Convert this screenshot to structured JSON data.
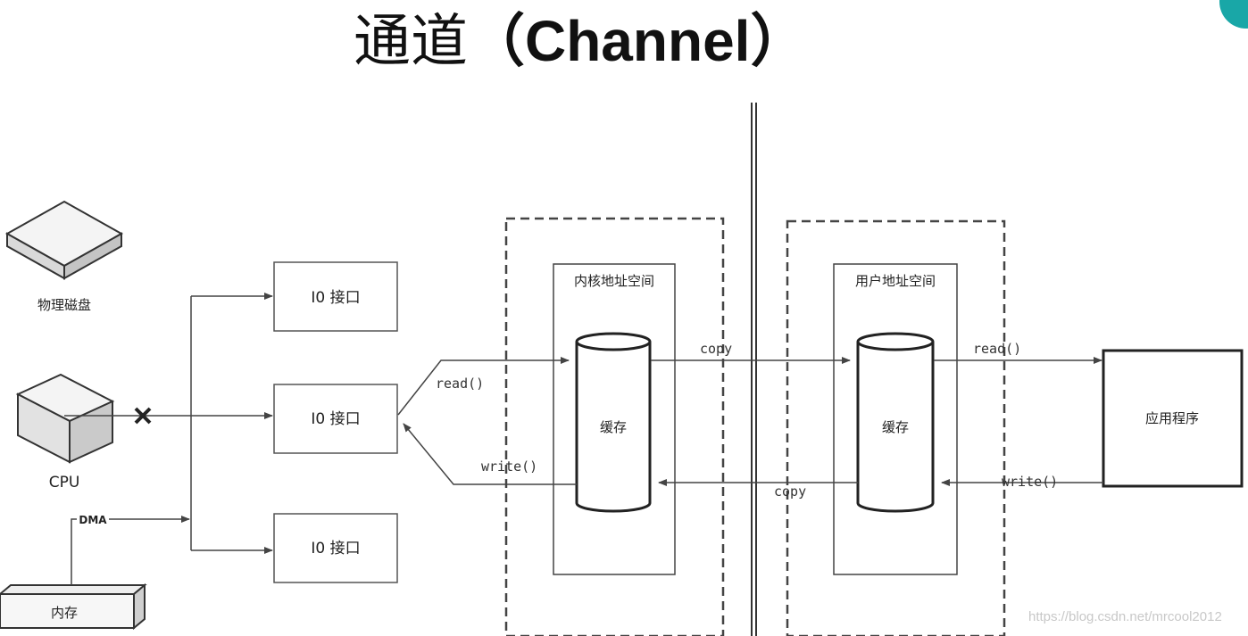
{
  "title": {
    "cn": "通道",
    "en": "（Channel）"
  },
  "devices": {
    "disk": "物理磁盘",
    "cpu": "CPU",
    "memory": "内存",
    "dma": "DMA"
  },
  "io_interfaces": [
    "I0 接口",
    "I0 接口",
    "I0 接口"
  ],
  "kernel_space": {
    "title": "内核地址空间",
    "buffer": "缓存"
  },
  "user_space": {
    "title": "用户地址空间",
    "buffer": "缓存"
  },
  "application": "应用程序",
  "arrows": {
    "read_left": "read()",
    "write_left": "write()",
    "copy_top": "copy",
    "copy_bottom": "copy",
    "read_right": "read()",
    "write_right": "write()"
  },
  "watermark": "https://blog.csdn.net/mrcool2012",
  "colors": {
    "line": "#444444",
    "box_border": "#333333",
    "accent": "#19a7a7"
  }
}
